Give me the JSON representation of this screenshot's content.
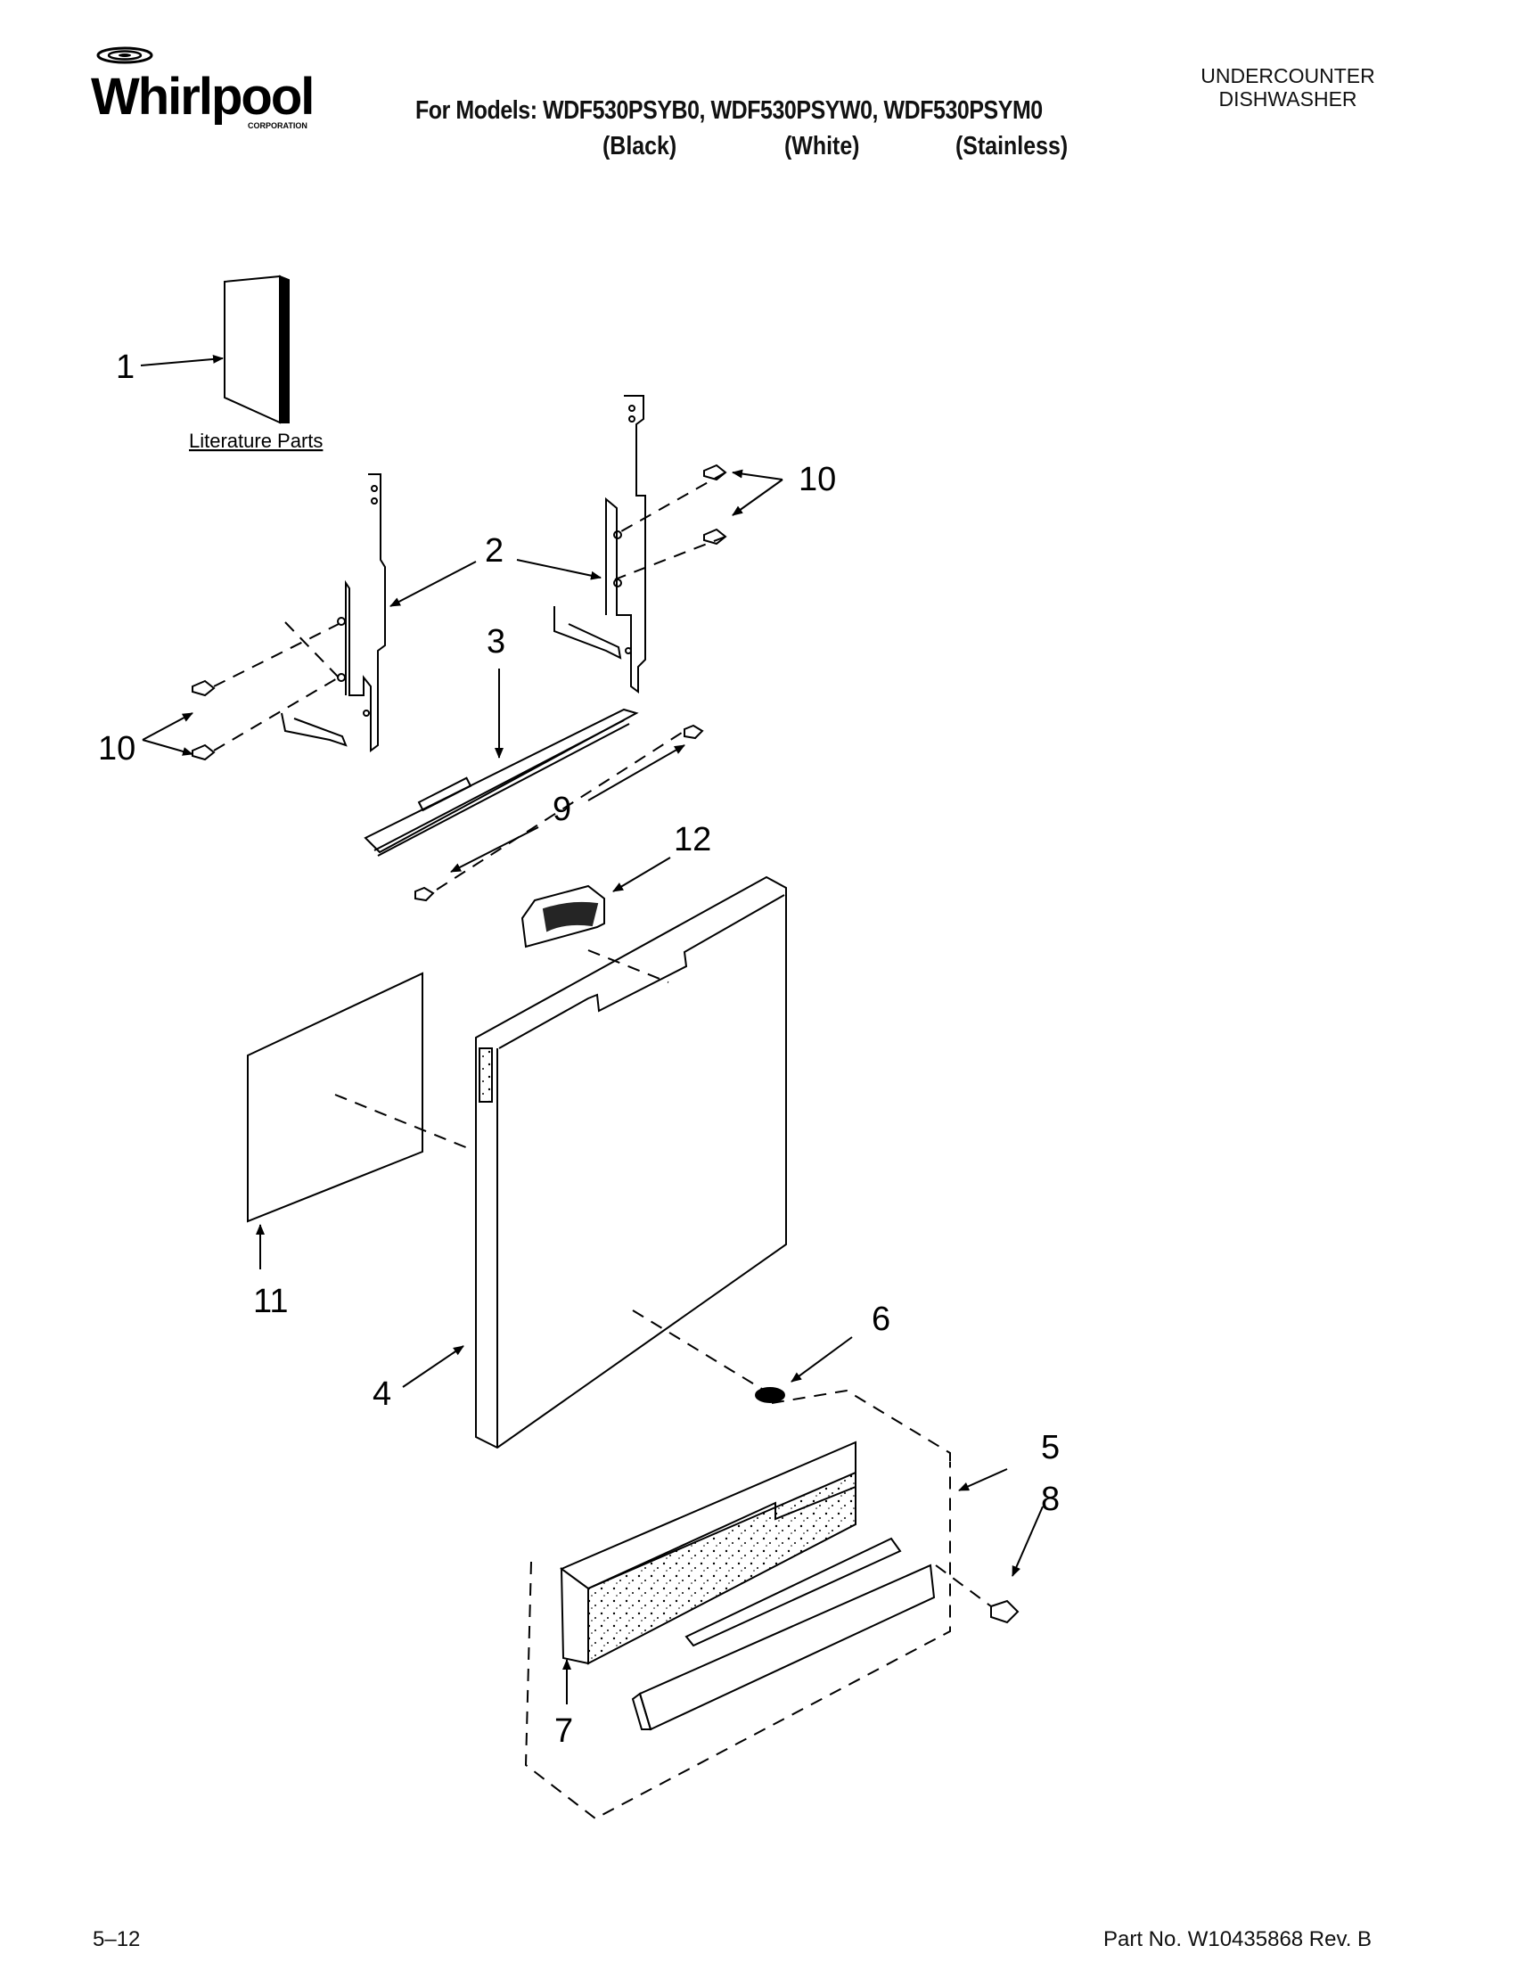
{
  "header": {
    "brand": "Whirlpool",
    "brand_sub": "CORPORATION",
    "models_line": "For Models: WDF530PSYB0, WDF530PSYW0, WDF530PSYM0",
    "colors": [
      "(Black)",
      "(White)",
      "(Stainless)"
    ],
    "product_type_line1": "UNDERCOUNTER",
    "product_type_line2": "DISHWASHER"
  },
  "diagram": {
    "literature_label": "Literature Parts",
    "callouts": [
      "1",
      "2",
      "3",
      "4",
      "5",
      "6",
      "7",
      "8",
      "9",
      "10",
      "10",
      "11",
      "12"
    ]
  },
  "footer": {
    "page": "5–12",
    "part_no": "Part No. W10435868 Rev. B"
  }
}
